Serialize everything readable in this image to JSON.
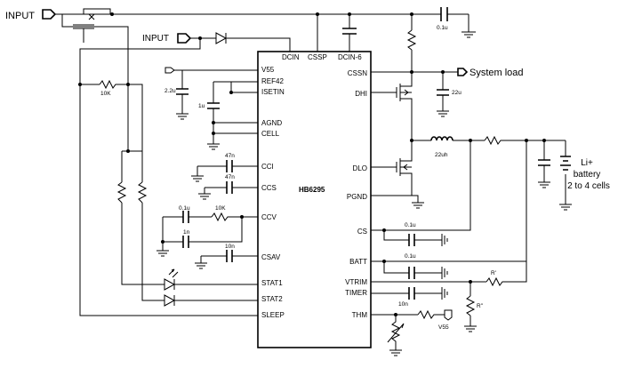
{
  "ic": {
    "name": "HB6295",
    "pins_left": [
      "V55",
      "REF42",
      "ISETIN",
      "AGND",
      "CELL",
      "CCI",
      "CCS",
      "CCV",
      "CSAV",
      "STAT1",
      "STAT2",
      "SLEEP"
    ],
    "pins_top": [
      "DCIN",
      "CSSP",
      "DCIN-6"
    ],
    "pins_right": [
      "CSSN",
      "DHI",
      "DLO",
      "PGND",
      "CS",
      "BATT",
      "VTRIM",
      "TIMER",
      "THM"
    ]
  },
  "labels": {
    "input_main": "INPUT",
    "input_secondary": "INPUT",
    "system_load": "System load",
    "battery_line1": "Li+",
    "battery_line2": "battery",
    "battery_line3": "2 to 4 cells",
    "v55_ref": "V55"
  },
  "values": {
    "c_top": "0.1u",
    "r_10k_left": "10K",
    "c_22u_left": "2.2u",
    "c_1u": "1u",
    "c_cci": "47n",
    "c_ccs": "47n",
    "c_ccv_a": "0.1u",
    "c_ccv_b": "1n",
    "r_ccv": "10K",
    "c_csav": "10n",
    "c_load": "22u",
    "inductor": "22uh",
    "c_cs": "0.1u",
    "c_batt": "0.1u",
    "r_vtrim_a": "R'",
    "r_vtrim_b": "R''",
    "c_timer": "10n"
  }
}
